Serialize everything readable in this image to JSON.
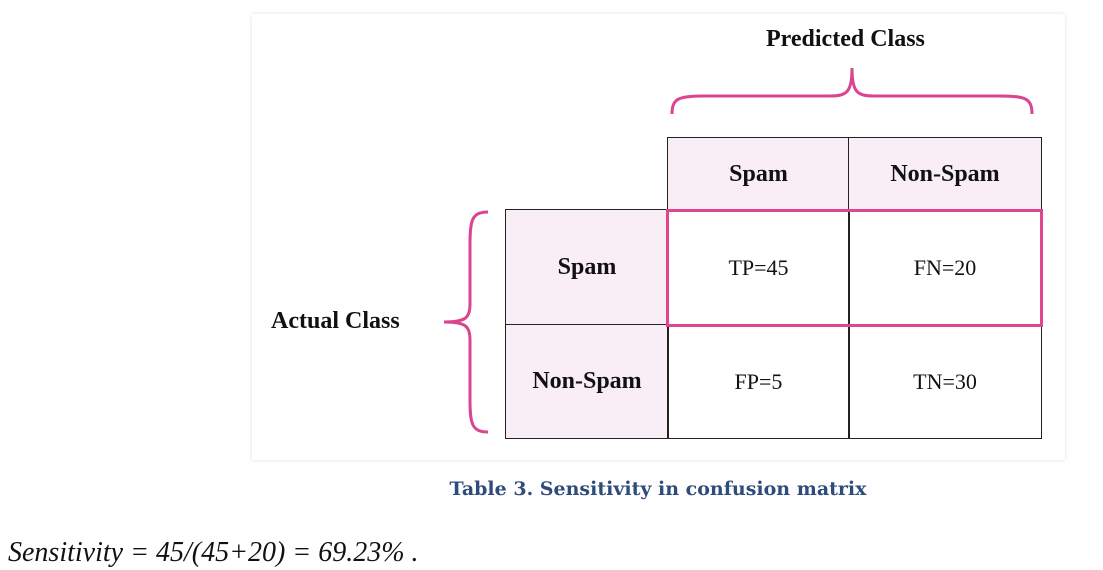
{
  "figure": {
    "predicted_label": "Predicted Class",
    "actual_label": "Actual Class",
    "column_headers": [
      "Spam",
      "Non-Spam"
    ],
    "row_headers": [
      "Spam",
      "Non-Spam"
    ],
    "cells": [
      [
        "TP=45",
        "FN=20"
      ],
      [
        "FP=5",
        "TN=30"
      ]
    ],
    "highlight_color": "#e0468f",
    "header_bg": "#f9eef6"
  },
  "caption": "Table 3. Sensitivity in confusion matrix",
  "formula": "Sensitivity = 45/(45+20) = 69.23% ."
}
